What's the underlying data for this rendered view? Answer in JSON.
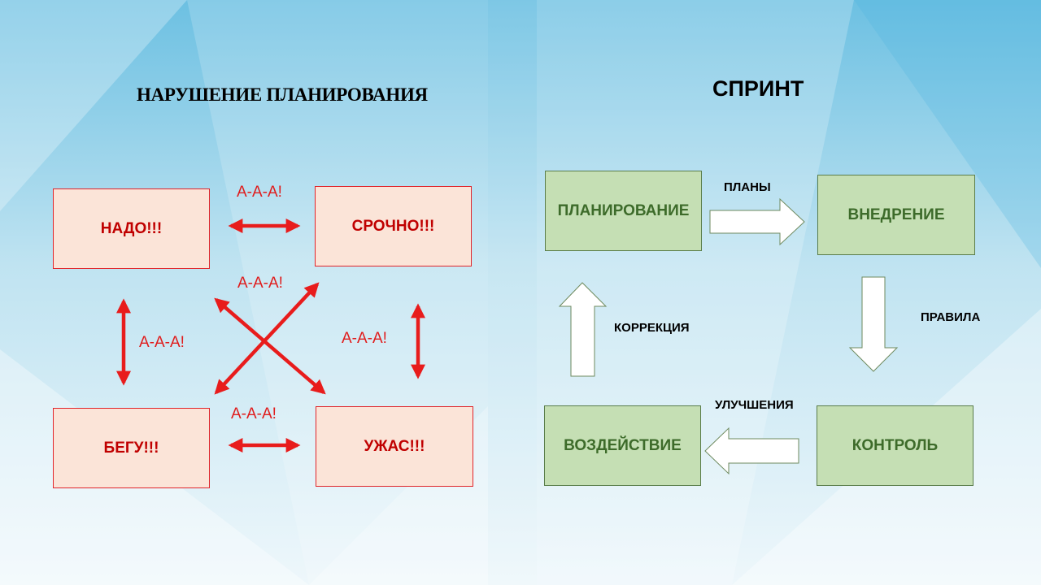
{
  "left": {
    "title": "НАРУШЕНИЕ ПЛАНИРОВАНИЯ",
    "boxes": {
      "nado": "НАДО!!!",
      "srochno": "СРОЧНО!!!",
      "begu": "БЕГУ!!!",
      "uzhas": "УЖАС!!!"
    },
    "arrow_labels": {
      "top": "А-А-А!",
      "center": "А-А-А!",
      "left": "А-А-А!",
      "right": "А-А-А!",
      "bottom": "А-А-А!"
    },
    "colors": {
      "arrow": "#e81c1c",
      "box_fill": "#fbe4d8",
      "box_border": "#e0242a",
      "text": "#c00000"
    }
  },
  "right": {
    "title": "СПРИНТ",
    "boxes": {
      "planning": "ПЛАНИРОВАНИЕ",
      "implementation": "ВНЕДРЕНИЕ",
      "control": "КОНТРОЛЬ",
      "impact": "ВОЗДЕЙСТВИЕ"
    },
    "arrow_labels": {
      "plans": "ПЛАНЫ",
      "rules": "ПРАВИЛА",
      "improvements": "УЛУЧШЕНИЯ",
      "correction": "КОРРЕКЦИЯ"
    },
    "colors": {
      "box_fill": "#c5dfb4",
      "box_border": "#5a7d4a",
      "text": "#3d6b2a"
    }
  }
}
